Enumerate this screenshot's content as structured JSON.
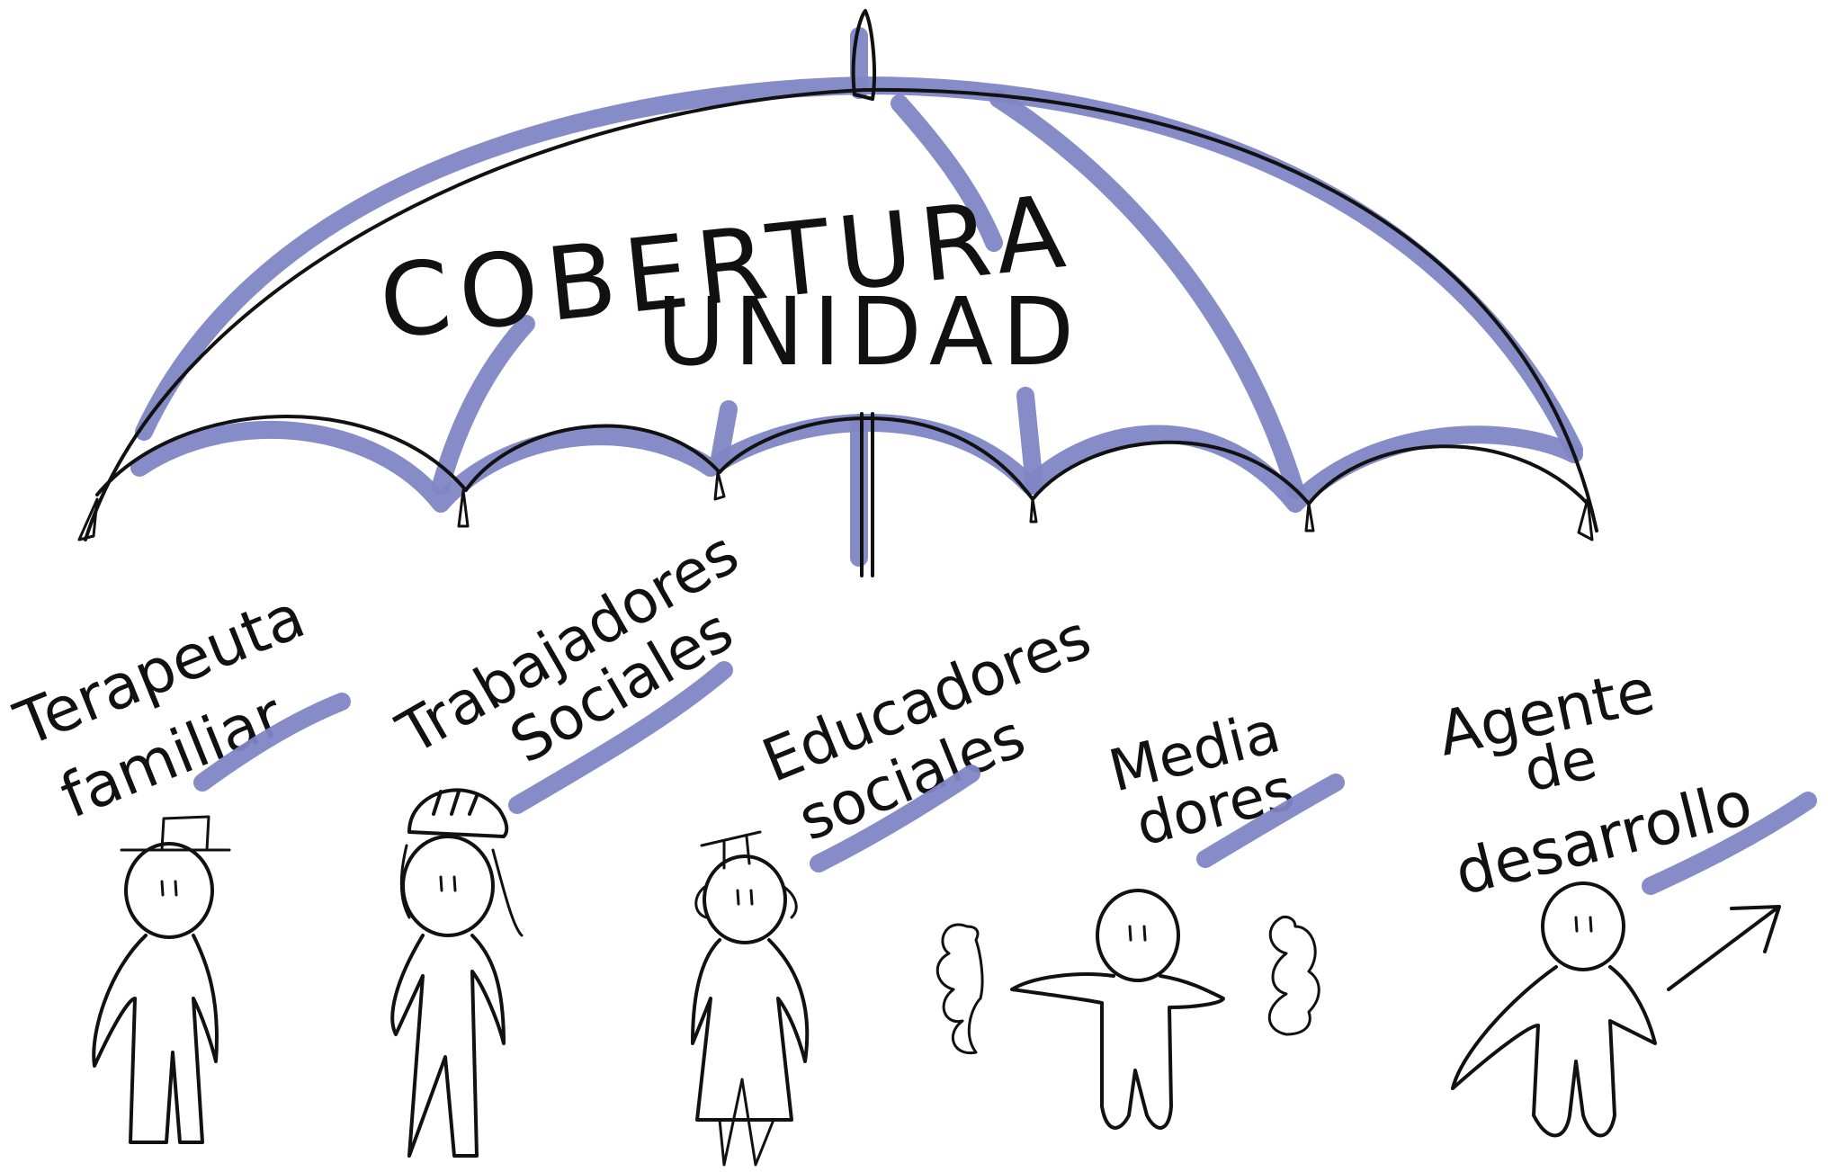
{
  "colors": {
    "ink": "#111111",
    "highlight": "#7f86c4",
    "background": "#ffffff"
  },
  "title": {
    "line1": "COBERTURA",
    "line2": "UNIDAD"
  },
  "roles": [
    {
      "label_lines": [
        "Terapeuta",
        "familiar"
      ],
      "figure": "person-with-hat"
    },
    {
      "label_lines": [
        "Trabajadores",
        "Sociales"
      ],
      "figure": "person-with-helmet"
    },
    {
      "label_lines": [
        "Educadores",
        "sociales"
      ],
      "figure": "person-with-graduation-cap"
    },
    {
      "label_lines": [
        "Media",
        "dores"
      ],
      "figure": "person-with-open-arms-and-speech-clouds"
    },
    {
      "label_lines": [
        "Agente",
        "de",
        "desarrollo"
      ],
      "figure": "person-with-arrow"
    }
  ],
  "icons": [
    "umbrella-icon",
    "arrow-up-right-icon",
    "speech-cloud-icon"
  ]
}
